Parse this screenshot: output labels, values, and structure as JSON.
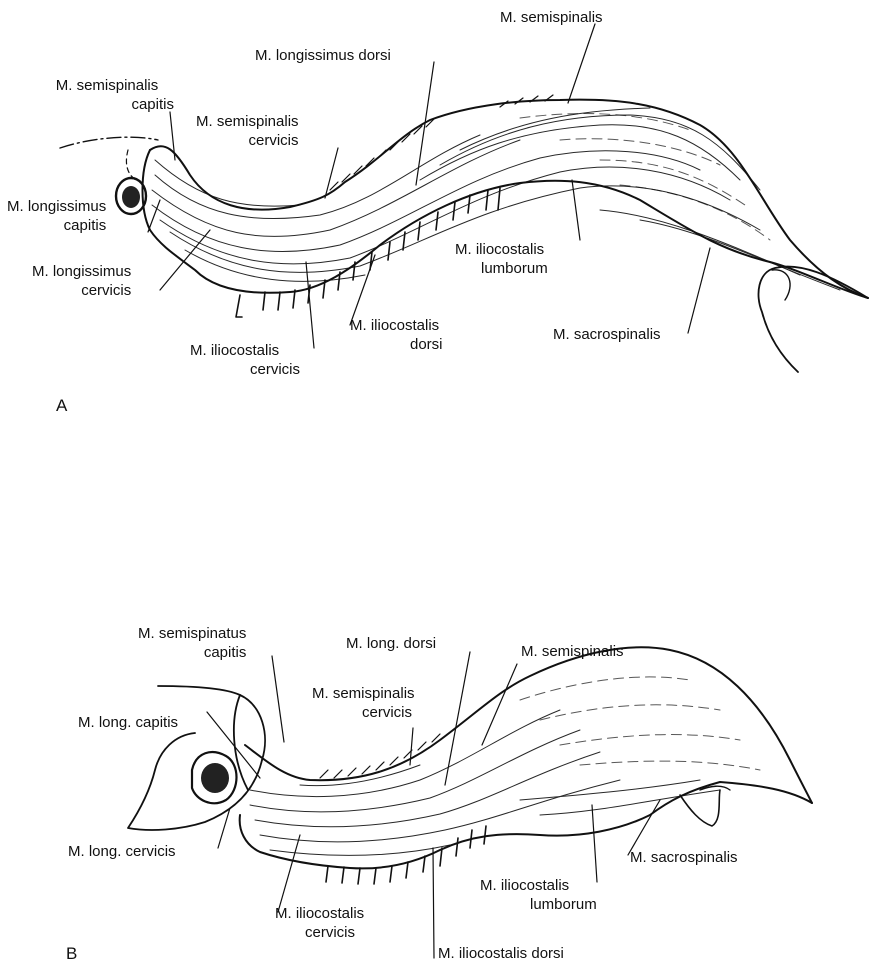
{
  "figure": {
    "panel_a": {
      "letter": "A",
      "labels": {
        "semispinalis": "M. semispinalis",
        "longissimus_dorsi": "M. longissimus dorsi",
        "semispinalis_capitis_1": "M. semispinalis",
        "semispinalis_capitis_2": "capitis",
        "semispinalis_cervicis_1": "M. semispinalis",
        "semispinalis_cervicis_2": "cervicis",
        "longissimus_capitis_1": "M. longissimus",
        "longissimus_capitis_2": "capitis",
        "longissimus_cervicis_1": "M. longissimus",
        "longissimus_cervicis_2": "cervicis",
        "iliocostalis_lumborum_1": "M. iliocostalis",
        "iliocostalis_lumborum_2": "lumborum",
        "iliocostalis_dorsi_1": "M. iliocostalis",
        "iliocostalis_dorsi_2": "dorsi",
        "iliocostalis_cervicis_1": "M. iliocostalis",
        "iliocostalis_cervicis_2": "cervicis",
        "sacrospinalis": "M. sacrospinalis"
      }
    },
    "panel_b": {
      "letter": "B",
      "labels": {
        "semispinatus_capitis_1": "M. semispinatus",
        "semispinatus_capitis_2": "capitis",
        "long_dorsi": "M. long. dorsi",
        "semispinalis": "M. semispinalis",
        "semispinalis_cervicis_1": "M. semispinalis",
        "semispinalis_cervicis_2": "cervicis",
        "long_capitis": "M. long. capitis",
        "long_cervicis": "M. long. cervicis",
        "sacrospinalis": "M. sacrospinalis",
        "iliocostalis_lumborum_1": "M. iliocostalis",
        "iliocostalis_lumborum_2": "lumborum",
        "iliocostalis_cervicis_1": "M. iliocostalis",
        "iliocostalis_cervicis_2": "cervicis",
        "iliocostalis_dorsi": "M. iliocostalis dorsi"
      }
    }
  }
}
